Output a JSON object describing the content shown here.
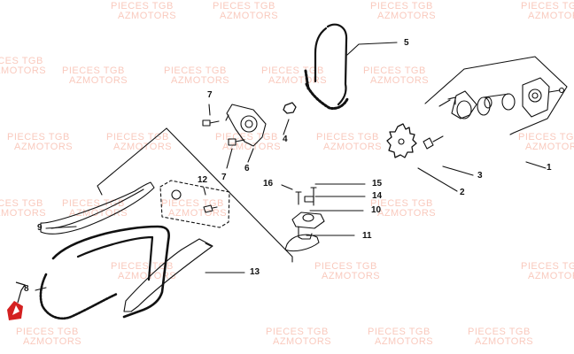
{
  "watermark": {
    "line1": "PIECES TGB",
    "line2": "AZMOTORS"
  },
  "callouts": [
    {
      "id": "1",
      "label": "1"
    },
    {
      "id": "2",
      "label": "2"
    },
    {
      "id": "3",
      "label": "3"
    },
    {
      "id": "4",
      "label": "4"
    },
    {
      "id": "5",
      "label": "5"
    },
    {
      "id": "6",
      "label": "6"
    },
    {
      "id": "7a",
      "label": "7"
    },
    {
      "id": "7b",
      "label": "7"
    },
    {
      "id": "8",
      "label": "8"
    },
    {
      "id": "9",
      "label": "9"
    },
    {
      "id": "10",
      "label": "10"
    },
    {
      "id": "11",
      "label": "11"
    },
    {
      "id": "12",
      "label": "12"
    },
    {
      "id": "13",
      "label": "13"
    },
    {
      "id": "14",
      "label": "14"
    },
    {
      "id": "15",
      "label": "15"
    },
    {
      "id": "16",
      "label": "16"
    }
  ],
  "colors": {
    "watermark": "#f0785a",
    "line": "#111111",
    "logo": "#d42020"
  }
}
